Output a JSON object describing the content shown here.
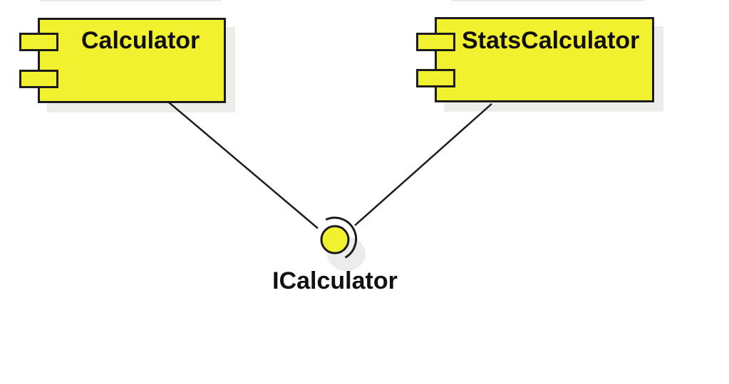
{
  "diagram": {
    "kind": "uml-component-diagram",
    "components": [
      {
        "label": "Calculator"
      },
      {
        "label": "StatsCalculator"
      }
    ],
    "interface": {
      "label": "ICalculator",
      "notation": "ball-and-socket"
    },
    "connections": [
      {
        "from": "Calculator",
        "to": "ICalculator"
      },
      {
        "from": "StatsCalculator",
        "to": "ICalculator"
      }
    ]
  },
  "colors": {
    "fill": "#F2F12F",
    "border": "#1C1C1C",
    "shadow": "#ECECEA",
    "background": "#FFFFFF"
  }
}
